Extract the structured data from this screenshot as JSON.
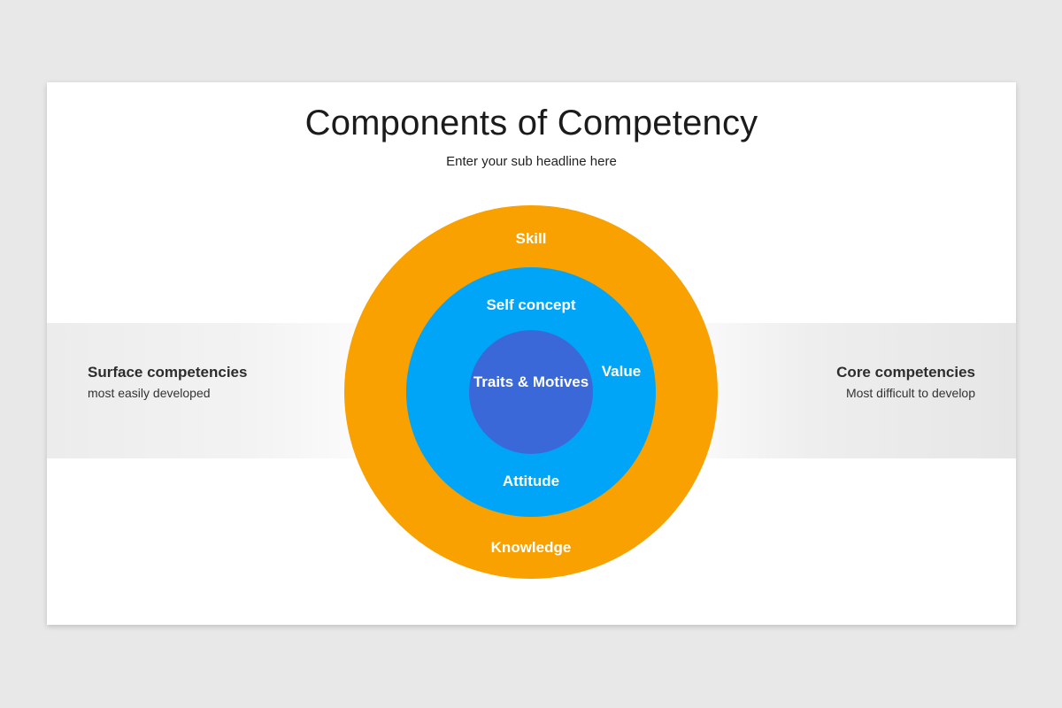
{
  "slide": {
    "title": "Components of Competency",
    "subtitle": "Enter your sub headline here"
  },
  "left_panel": {
    "title": "Surface competencies",
    "description": "most easily developed"
  },
  "right_panel": {
    "title": "Core competencies",
    "description": "Most difficult to develop"
  },
  "diagram": {
    "outer_ring": {
      "color": "#f8a100",
      "labels": {
        "top": "Skill",
        "bottom": "Knowledge"
      }
    },
    "middle_ring": {
      "color": "#00a5f8",
      "labels": {
        "top": "Self concept",
        "right": "Value",
        "bottom": "Attitude"
      }
    },
    "inner_circle": {
      "color": "#3b68d8",
      "label": "Traits & Motives"
    }
  }
}
